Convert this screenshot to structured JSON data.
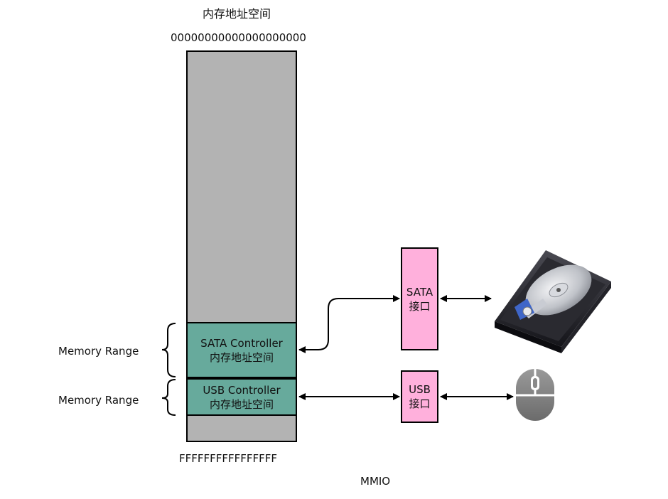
{
  "header": {
    "title": "内存地址空间",
    "start_address": "00000000000000000000"
  },
  "memory": {
    "end_address": "FFFFFFFFFFFFFFFF"
  },
  "regions": [
    {
      "line1": "SATA Controller",
      "line2": "内存地址空间",
      "side_label": "Memory Range"
    },
    {
      "line1": "USB Controller",
      "line2": "内存地址空间",
      "side_label": "Memory Range"
    }
  ],
  "interfaces": [
    {
      "line1": "SATA",
      "line2": "接口"
    },
    {
      "line1": "USB",
      "line2": "接口"
    }
  ],
  "devices": {
    "disk_icon": "hard-drive-icon",
    "mouse_icon": "mouse-icon"
  },
  "footer": {
    "caption": "MMIO"
  },
  "colors": {
    "memory": "#b3b3b3",
    "region": "#67aa9c",
    "interface": "#ffb0dc"
  }
}
